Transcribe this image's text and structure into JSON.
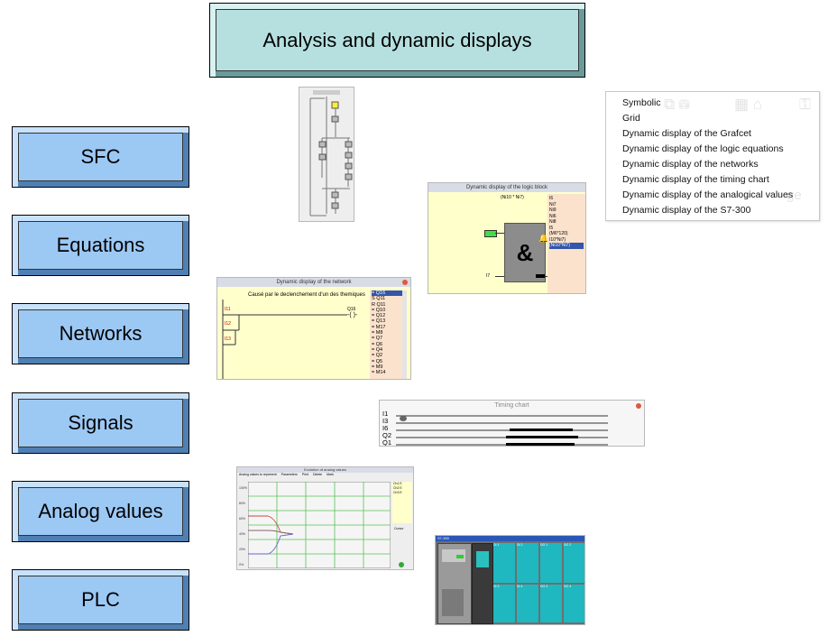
{
  "title": "Analysis and dynamic displays",
  "nav": [
    {
      "id": "sfc",
      "label": "SFC"
    },
    {
      "id": "equations",
      "label": "Equations"
    },
    {
      "id": "networks",
      "label": "Networks"
    },
    {
      "id": "signals",
      "label": "Signals"
    },
    {
      "id": "analog",
      "label": "Analog values"
    },
    {
      "id": "plc",
      "label": "PLC"
    }
  ],
  "menu": {
    "items": [
      "Symbolic",
      "Grid",
      "Dynamic display of the Grafcet",
      "Dynamic display of the logic equations",
      "Dynamic display of the networks",
      "Dynamic display of the timing chart",
      "Dynamic display of the analogical values",
      "Dynamic display of the S7-300"
    ]
  },
  "logic_block": {
    "title": "Dynamic display of the logic block",
    "expression": "(Ni10 * Ni7)",
    "gate_symbol": "&",
    "input_label": "I7",
    "list": [
      "I6",
      "Ni7",
      "Ni9",
      "Ni6",
      "Ni8",
      "I5",
      "(M6*120)",
      "I10*Ni7)",
      "(Ni10*Ni7)"
    ]
  },
  "network": {
    "title": "Dynamic display of the network",
    "caption": "Causé par le declenchement d'un des themiques",
    "contacts": [
      "I11",
      "I12",
      "I13"
    ],
    "coil": "Q16",
    "list": [
      "= Q16",
      "S Q11",
      "R Q11",
      "= Q10",
      "= Q12",
      "= Q13",
      "= M17",
      "= M8",
      "= Q7",
      "= Q6",
      "= Q4",
      "= Q2",
      "= Q5",
      "= M9",
      "= M14"
    ]
  },
  "timing": {
    "title": "Timing chart",
    "signals": [
      "I1",
      "I3",
      "I6",
      "Q2",
      "Q1"
    ]
  },
  "analog": {
    "title": "Evolution of analog values",
    "menu": [
      "Analog values to represent",
      "Parameters",
      "Print",
      "Delete",
      "Mark"
    ],
    "legend": [
      "Ch1 E",
      "Ch2 E",
      "Ch3 E"
    ],
    "yticks": [
      "100%",
      "80%",
      "60%",
      "40%",
      "20%",
      "0%"
    ],
    "side_label": "Cursor"
  },
  "plc": {
    "title": "S7-300",
    "modules": [
      "DI 1",
      "DI 2",
      "DO 1",
      "DO 2",
      "DI 3",
      "DI 4",
      "DO 3",
      "DO 4"
    ]
  },
  "colors": {
    "title_bg": "#b6e0e0",
    "nav_bg": "#9cc8f4",
    "panel_yellow": "#ffffcc",
    "list_peach": "#fbe2cc",
    "grid_green": "#58c058"
  }
}
